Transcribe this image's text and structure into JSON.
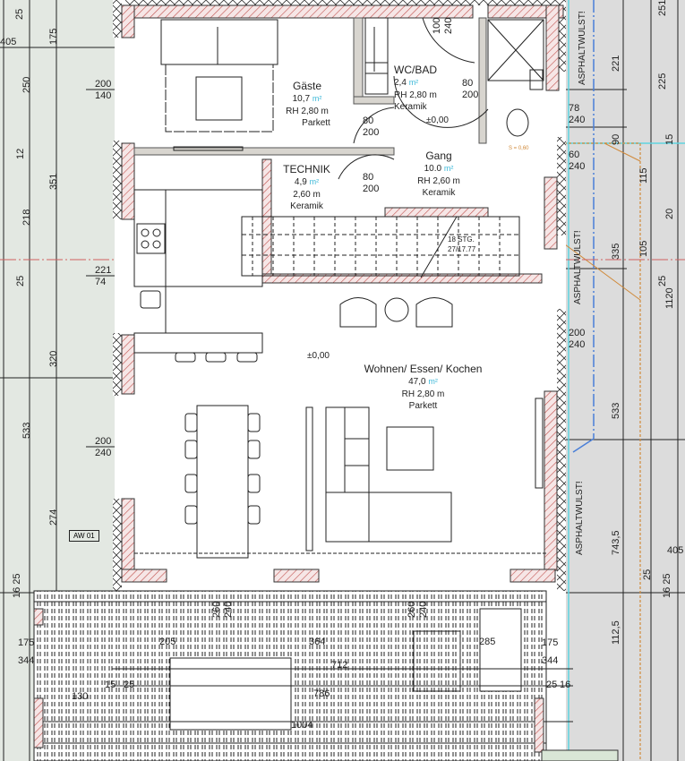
{
  "rooms": [
    {
      "name": "Gäste",
      "area": "10,7",
      "unit": "m²",
      "height": "RH 2,80  m",
      "floor": "Parkett"
    },
    {
      "name": "WC/BAD",
      "area": "2,4",
      "unit": "m²",
      "height": "RH 2,80 m",
      "floor": "Keramik"
    },
    {
      "name": "TECHNIK",
      "area": "4,9",
      "unit": "m²",
      "height": "2,60  m",
      "floor": "Keramik"
    },
    {
      "name": "Gang",
      "area": "10.0",
      "unit": "m²",
      "height": "RH 2,60  m",
      "floor": "Keramik"
    },
    {
      "name": "Wohnen/ Essen/ Kochen",
      "area": "47,0",
      "unit": "m²",
      "height": "RH 2,80  m",
      "floor": "Parkett"
    }
  ],
  "level_marks": [
    "±0,00",
    "±0,00"
  ],
  "stair": {
    "count": "18 STG.",
    "dims": "27/17.77"
  },
  "wall_tag": "AW 01",
  "asphalt_labels": [
    "ASPHALTWULST!",
    "ASPHALTWULST!",
    "ASPHALTWULST!"
  ],
  "sill_note": "S = 0,60",
  "door_openings": [
    [
      "100",
      "240"
    ],
    [
      "80",
      "200"
    ],
    [
      "80",
      "200"
    ],
    [
      "80",
      "200"
    ]
  ],
  "window_openings_left": [
    [
      "200",
      "140"
    ],
    [
      "221",
      "74"
    ],
    [
      "200",
      "240"
    ]
  ],
  "window_openings_right": [
    [
      "78",
      "240"
    ],
    [
      "60",
      "240"
    ],
    [
      "200",
      "240"
    ]
  ],
  "left_dims_outer": [
    "25",
    "405",
    "250",
    "12",
    "218",
    "25",
    "533",
    "16 25"
  ],
  "left_dims_inner": [
    "175",
    "351",
    "320",
    "274"
  ],
  "right_dims_a": [
    "221",
    "90",
    "335",
    "533",
    "743,5",
    "25",
    "112,5"
  ],
  "right_dims_b": [
    "251",
    "225",
    "15",
    "115",
    "20",
    "105",
    "25",
    "1120",
    "405",
    "16 25"
  ],
  "terrace_dims": [
    "175",
    "344",
    "205",
    "364",
    "285",
    "712",
    "15",
    "25",
    "130",
    "786",
    "1004",
    "175",
    "344",
    "25",
    "16",
    "260",
    "240",
    "260",
    "240"
  ],
  "colors": {
    "wall_hatch": "#c0504d",
    "margin_left": "#e3e8e2",
    "margin_right": "#dcdcdc",
    "cyan_line": "#5fd3e0",
    "blue_line": "#4a7fd8",
    "orange_line": "#d08a3a",
    "axis_red": "#d06060"
  }
}
